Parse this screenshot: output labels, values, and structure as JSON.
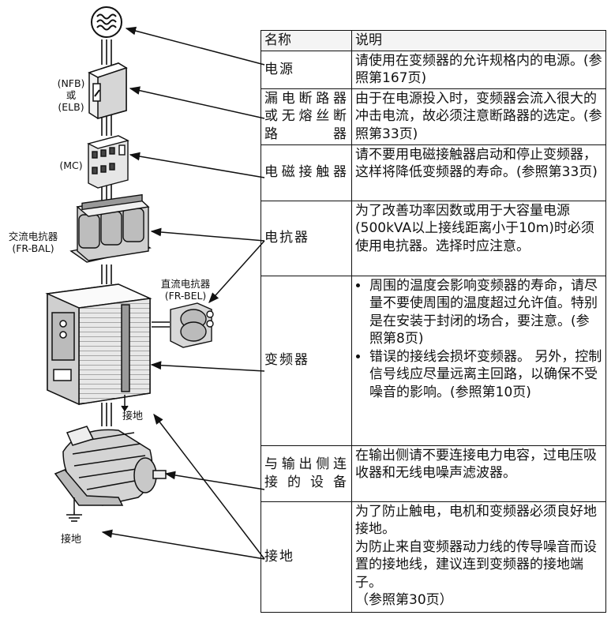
{
  "table": {
    "header": {
      "name": "名称",
      "desc": "说明"
    },
    "rows": [
      {
        "name": "电源",
        "desc": "请使用在变频器的允许规格内的电源。(参照第167页)"
      },
      {
        "name": "漏电断路器或无熔丝断路器",
        "desc": "由于在电源投入时，变频器会流入很大的冲击电流，故必须注意断路器的选定。(参照第33页)"
      },
      {
        "name": "电磁接触器",
        "desc": "请不要用电磁接触器启动和停止变频器，这样将降低变频器的寿命。(参照第33页)"
      },
      {
        "name": "电抗器",
        "desc": "为了改善功率因数或用于大容量电源 (500kVA以上接线距离小于10m)时必须使用电抗器。选择时应注意。"
      },
      {
        "name": "变频器",
        "bullets": [
          "周围的温度会影响变频器的寿命，请尽量不要使周围的温度超过允许值。特别是在安装于封闭的场合，要注意。(参照第8页)",
          "错误的接线会损坏变频器。 另外，控制信号线应尽量远离主回路，以确保不受噪音的影响。(参照第10页)"
        ]
      },
      {
        "name": "与输出侧连接的设备",
        "desc": "在输出侧请不要连接电力电容，过电压吸收器和无线电噪声滤波器。"
      },
      {
        "name": "接地",
        "desc": "为了防止触电，电机和变频器必须良好地接地。\n为防止来自变频器动力线的传导噪音而设置的接地线，建议连到变频器的接地端子。\n（参照第30页）"
      }
    ]
  },
  "labels": {
    "breaker": "(NFB)\n或\n(ELB)",
    "contactor": "(MC)",
    "ac_reactor": "交流电抗器\n(FR-BAL)",
    "dc_reactor": "直流电抗器\n(FR-BEL)",
    "inverter_ground": "接地",
    "motor_ground": "接地"
  },
  "icons": {
    "power": "ac-power-symbol"
  }
}
